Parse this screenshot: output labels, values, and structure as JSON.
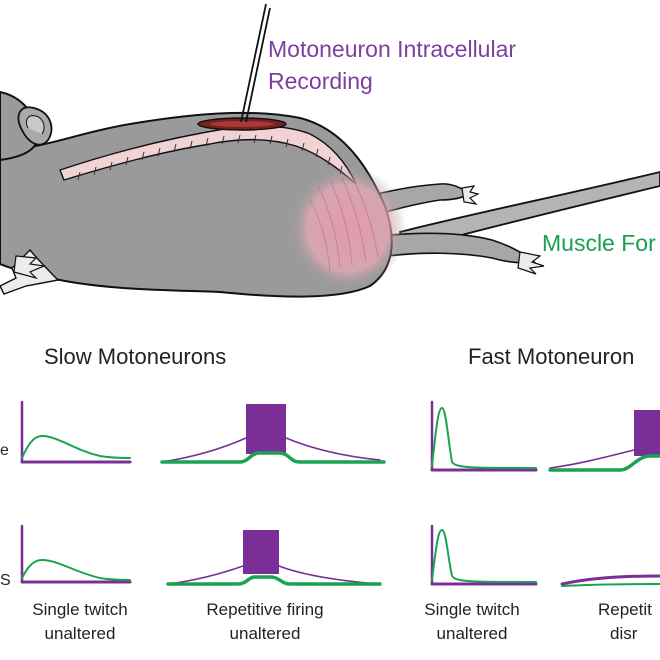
{
  "labels": {
    "recording_line1": "Motoneuron Intracellular",
    "recording_line2": "Recording",
    "muscle_force": "Muscle For",
    "slow_heading": "Slow Motoneurons",
    "fast_heading": "Fast Motoneuron",
    "row_top_tail": "e",
    "row_bottom_tail": "S",
    "slow_twitch_1": "Single twitch",
    "slow_twitch_2": "unaltered",
    "slow_rep_1": "Repetitive firing",
    "slow_rep_2": "unaltered",
    "fast_twitch_1": "Single twitch",
    "fast_twitch_2": "unaltered",
    "fast_rep_1": "Repetit",
    "fast_rep_2": "disr"
  },
  "colors": {
    "voltage_trace": "#7b2f96",
    "force_trace": "#1aa452",
    "mouse_body": "#9a9a9c",
    "mouse_outline": "#111111",
    "muscle": "#e8a7b5",
    "recording_label": "#7b3f9e",
    "force_label": "#17a150"
  }
}
